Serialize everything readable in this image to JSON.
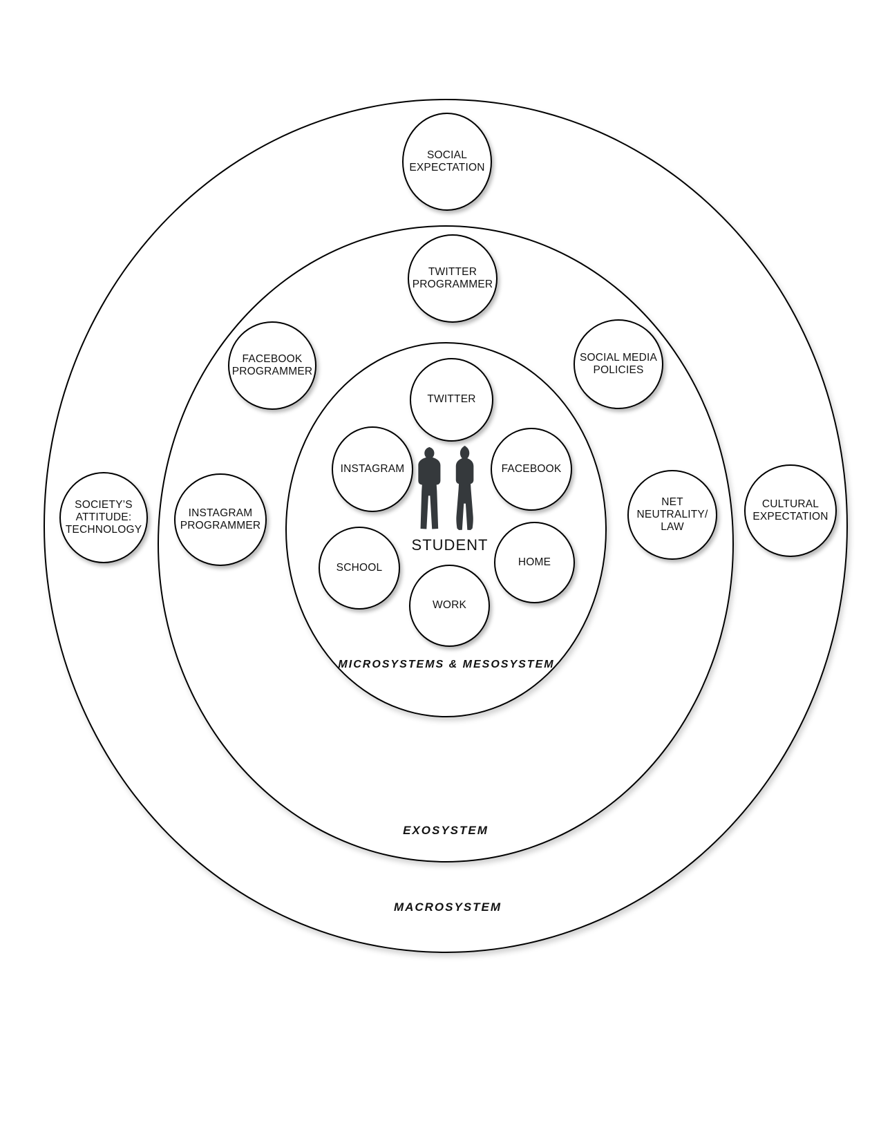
{
  "diagram": {
    "title_visible": false,
    "rings": {
      "macrosystem": {
        "label": "MACROSYSTEM"
      },
      "exosystem": {
        "label": "EXOSYSTEM"
      },
      "micro_meso": {
        "label": "MICROSYSTEMS & MESOSYSTEM"
      }
    },
    "center": {
      "label": "STUDENT",
      "icon": "two-students-silhouette-icon"
    },
    "nodes": {
      "social_expectation": {
        "label": "SOCIAL\nEXPECTATION",
        "ring": "macrosystem"
      },
      "societys_attitude": {
        "label": "SOCIETY’S\nATTITUDE:\nTECHNOLOGY",
        "ring": "macrosystem"
      },
      "cultural_expectation": {
        "label": "CULTURAL\nEXPECTATION",
        "ring": "macrosystem"
      },
      "twitter_programmer": {
        "label": "TWITTER\nPROGRAMMER",
        "ring": "exosystem"
      },
      "facebook_programmer": {
        "label": "FACEBOOK\nPROGRAMMER",
        "ring": "exosystem"
      },
      "social_media_policies": {
        "label": "SOCIAL MEDIA\nPOLICIES",
        "ring": "exosystem"
      },
      "instagram_programmer": {
        "label": "INSTAGRAM\nPROGRAMMER",
        "ring": "exosystem"
      },
      "net_neutrality": {
        "label": "NET\nNEUTRALITY/\nLAW",
        "ring": "exosystem"
      },
      "twitter": {
        "label": "TWITTER",
        "ring": "micro_meso"
      },
      "instagram": {
        "label": "INSTAGRAM",
        "ring": "micro_meso"
      },
      "facebook": {
        "label": "FACEBOOK",
        "ring": "micro_meso"
      },
      "school": {
        "label": "SCHOOL",
        "ring": "micro_meso"
      },
      "home": {
        "label": "HOME",
        "ring": "micro_meso"
      },
      "work": {
        "label": "WORK",
        "ring": "micro_meso"
      }
    },
    "colors": {
      "stroke": "#000000",
      "background": "#ffffff",
      "text": "#111111",
      "silhouette": "#35393c"
    }
  }
}
